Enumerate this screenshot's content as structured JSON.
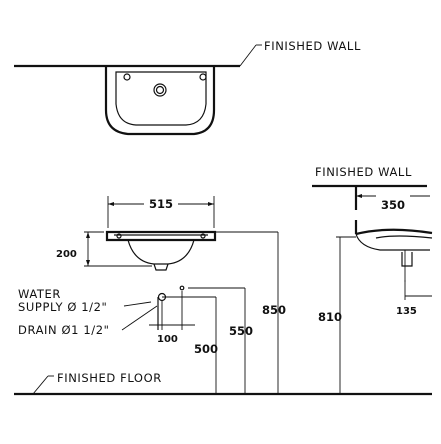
{
  "labels": {
    "finished_wall_top": "FINISHED WALL",
    "finished_wall_side": "FINISHED WALL",
    "water_supply_line1": "WATER",
    "water_supply_line2": "SUPPLY Ø 1/2\"",
    "drain": "DRAIN Ø1 1/2\"",
    "finished_floor": "FINISHED FLOOR"
  },
  "dimensions": {
    "width": "515",
    "depth_front": "200",
    "supply_offset": "100",
    "height_850": "850",
    "height_550": "550",
    "height_500": "500",
    "height_810": "810",
    "side_depth": "350",
    "side_drain": "135"
  }
}
